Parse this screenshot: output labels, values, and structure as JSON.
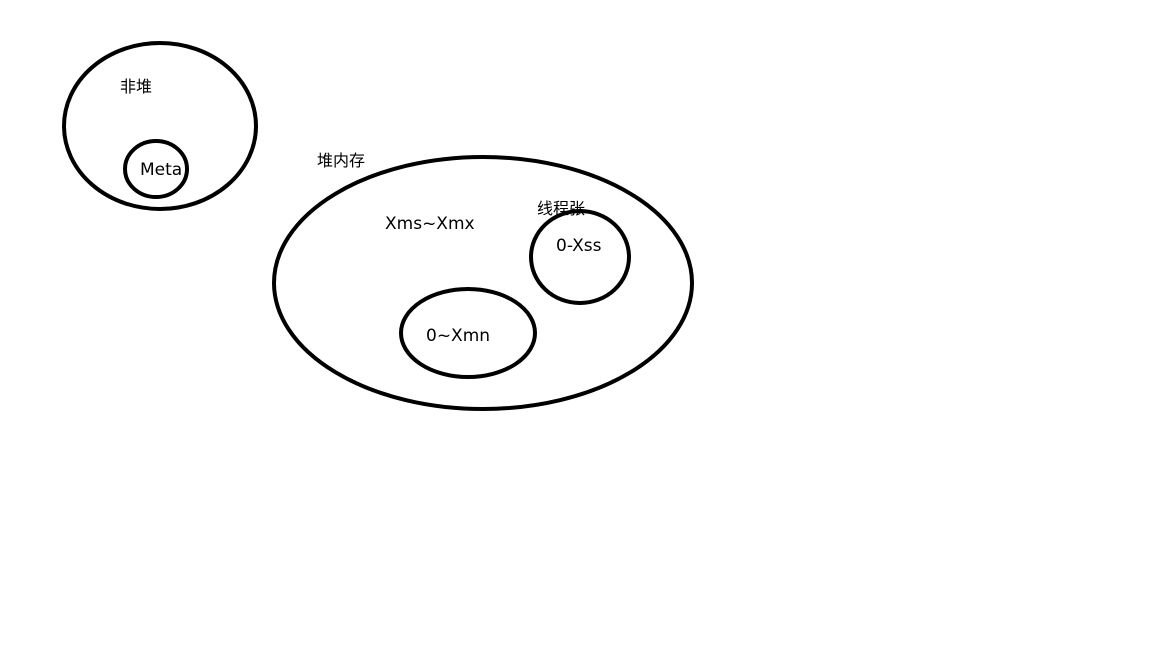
{
  "diagram": {
    "non_heap": {
      "label": "非堆",
      "meta_label": "Meta"
    },
    "heap": {
      "label": "堆内存",
      "size_label": "Xms~Xmx",
      "young_label": "0~Xmn"
    },
    "thread_stack": {
      "label": "线程张",
      "size_label": "0-Xss"
    },
    "colors": {
      "stroke": "#000000",
      "background": "#ffffff",
      "text": "#000000"
    }
  }
}
